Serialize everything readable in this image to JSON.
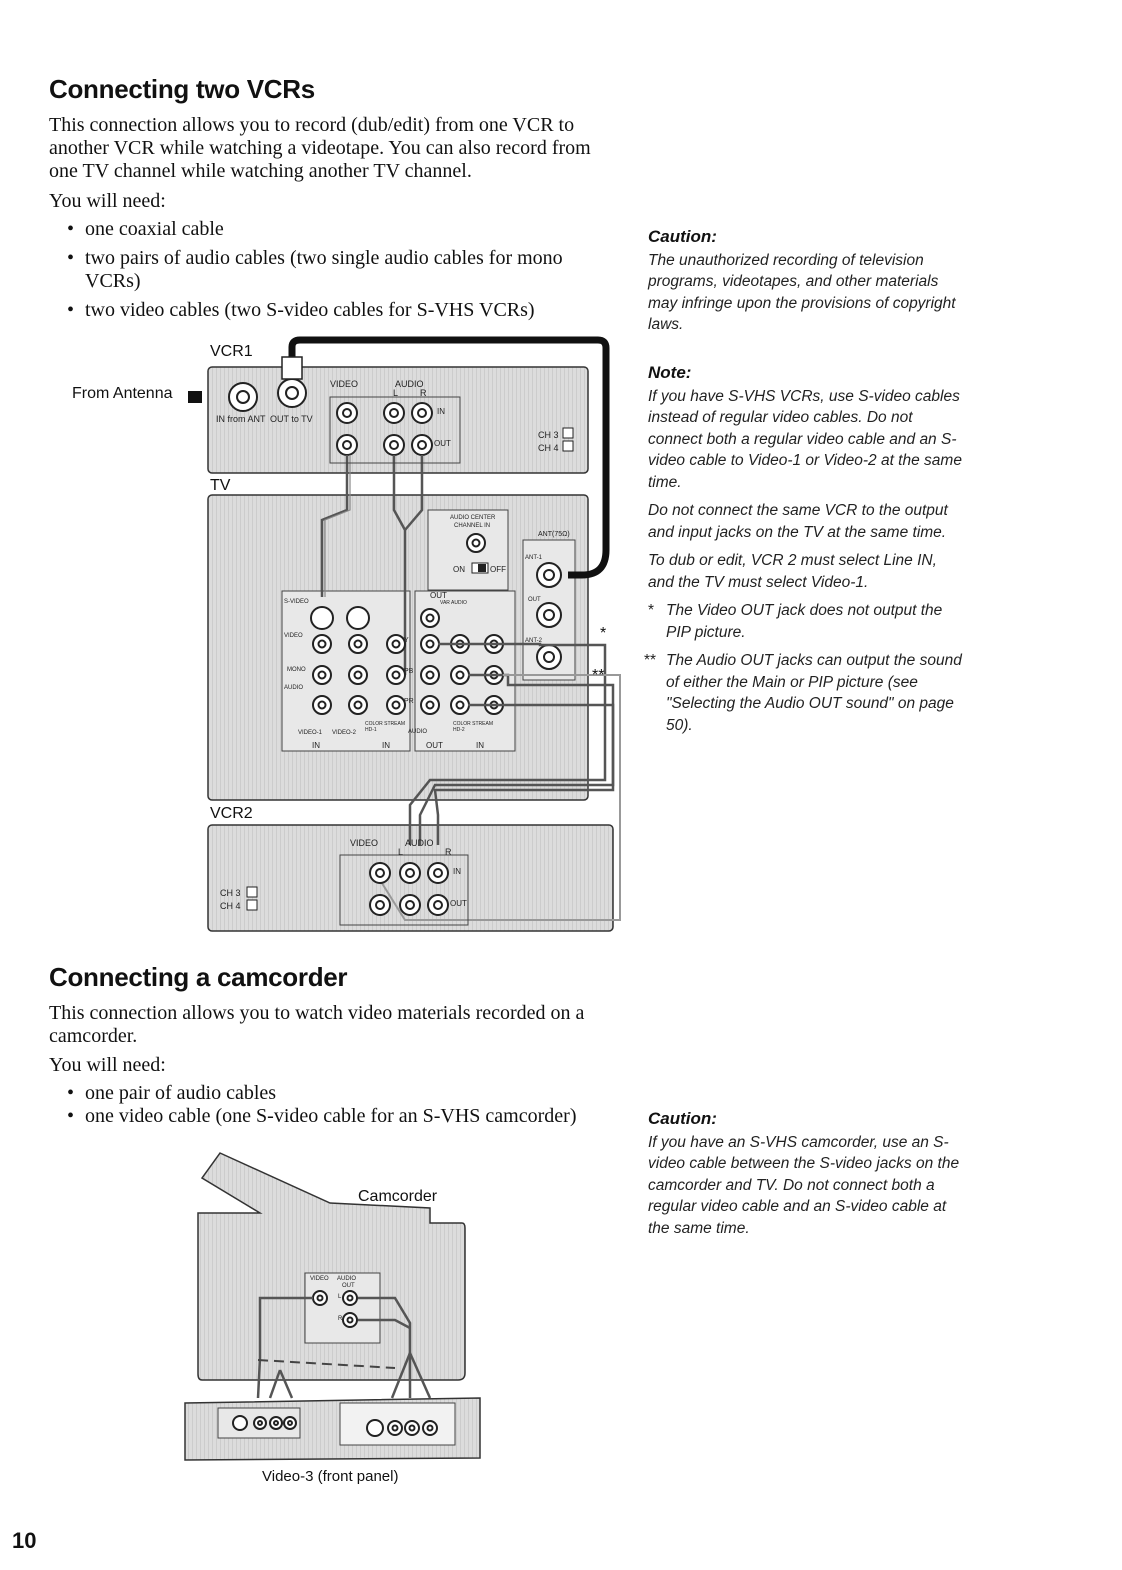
{
  "vcr_section": {
    "title": "Connecting two VCRs",
    "intro": [
      "This connection allows you to record (dub/edit) from one VCR to",
      "another VCR while watching a videotape. You can also record from",
      "one TV channel while watching another TV channel."
    ],
    "need": "You will need:",
    "items": [
      [
        "one coaxial cable"
      ],
      [
        "two pairs of audio cables (two single audio cables for mono",
        "VCRs)"
      ],
      [
        "two video cables (two S-video cables for S-VHS VCRs)"
      ]
    ]
  },
  "vcr_caution": {
    "heading": "Caution:",
    "lines": [
      "The unauthorized recording of television",
      "programs, videotapes, and other materials",
      "may infringe upon the provisions of copyright",
      "laws."
    ]
  },
  "vcr_note": {
    "heading": "Note:",
    "p1": [
      "If you have S-VHS VCRs, use S-video cables",
      "instead of regular video cables. Do not",
      "connect both a regular video cable and an S-",
      "video cable to Video-1 or Video-2 at the same",
      "time."
    ],
    "p2": [
      "Do not connect the same VCR to the output",
      "and input jacks on the TV at the same time."
    ],
    "p3": [
      "To dub or edit, VCR 2 must select Line IN,",
      "and the TV must select Video-1."
    ],
    "fn1_mark": "*",
    "fn1": [
      "The Video OUT jack does not output the",
      "PIP picture."
    ],
    "fn2_mark": "**",
    "fn2": [
      "The Audio OUT jacks can output the sound",
      "of either the Main or PIP picture (see",
      "\"Selecting the Audio OUT sound\" on page",
      "50)."
    ]
  },
  "diagram1": {
    "vcr1": "VCR1",
    "from_antenna": "From Antenna",
    "in_from_ant": "IN from ANT",
    "out_to_tv": "OUT to TV",
    "video": "VIDEO",
    "audio": "AUDIO",
    "l": "L",
    "r": "R",
    "in": "IN",
    "out": "OUT",
    "ch3": "CH 3",
    "ch4": "CH 4",
    "tv": "TV",
    "vcr2": "VCR2",
    "audio_center": "AUDIO CENTER",
    "channel_in": "CHANNEL IN",
    "on": "ON",
    "off": "OFF",
    "ant1": "ANT-1",
    "ant2": "ANT-2",
    "ant75": "ANT(75Ω)",
    "var_audio": "VAR AUDIO",
    "s_video": "S-VIDEO",
    "mono": "MONO",
    "video1": "VIDEO-1",
    "video2": "VIDEO-2",
    "color_stream_hd1": "COLOR STREAM HD-1",
    "color_stream_hd2": "COLOR STREAM HD-2",
    "y": "Y",
    "pb": "PB",
    "pr": "PR",
    "star": "*",
    "dstar": "**"
  },
  "cam_section": {
    "title": "Connecting a camcorder",
    "intro": [
      "This connection allows you to watch video materials recorded on a",
      "camcorder."
    ],
    "need": "You will need:",
    "items": [
      [
        "one pair of audio cables"
      ],
      [
        "one video cable (one S-video cable for an S-VHS camcorder)"
      ]
    ]
  },
  "cam_caution": {
    "heading": "Caution:",
    "lines": [
      "If you have an S-VHS camcorder, use an S-",
      "video cable between the S-video jacks on the",
      "camcorder and TV. Do not connect both a",
      "regular video cable and an S-video cable at",
      "the same time."
    ]
  },
  "diagram2": {
    "camcorder": "Camcorder",
    "video": "VIDEO",
    "audio": "AUDIO",
    "out": "OUT",
    "l": "L",
    "r": "R",
    "caption": "Video-3 (front panel)"
  },
  "page_number": "10"
}
